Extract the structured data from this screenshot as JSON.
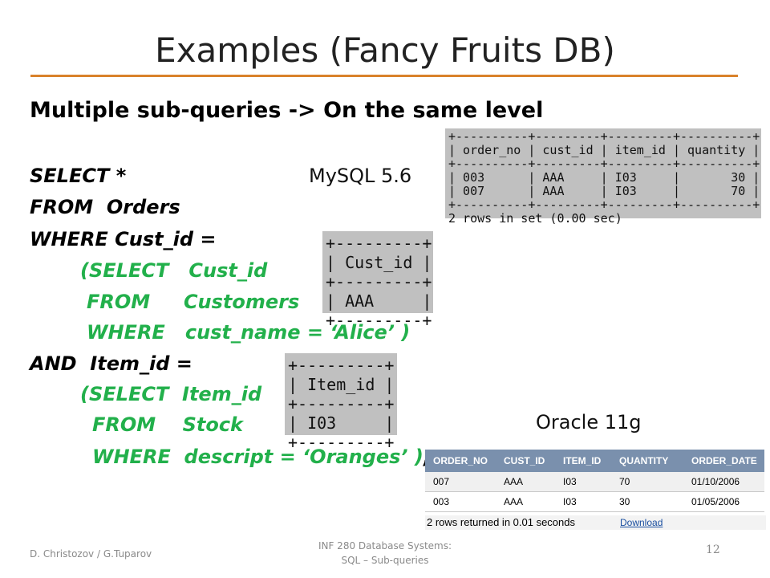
{
  "title": "Examples (Fancy Fruits DB)",
  "subtitle": "Multiple sub-queries -> On the same level",
  "sql": {
    "l1": "SELECT *",
    "l2": "FROM  Orders",
    "l3": "WHERE Cust_id =",
    "l4": "(SELECT   Cust_id",
    "l5": "FROM     Customers",
    "l6": "WHERE   cust_name = ‘Alice’ )",
    "l7": "AND  Item_id =",
    "l8": "(SELECT  Item_id",
    "l9": "FROM    Stock",
    "l10": "WHERE  descript = ‘Oranges’ )",
    "l10_end": ";"
  },
  "mysql": {
    "label": "MySQL 5.6",
    "result": "+----------+---------+---------+----------+\n| order_no | cust_id | item_id | quantity |\n+----------+---------+---------+----------+\n| 003      | AAA     | I03     |       30 |\n| 007      | AAA     | I03     |       70 |\n+----------+---------+---------+----------+\n2 rows in set (0.00 sec)"
  },
  "cust_box": "+---------+\n| Cust_id |\n+---------+\n| AAA     |\n+---------+",
  "item_box": "+---------+\n| Item_id |\n+---------+\n| I03     |\n+---------+",
  "oracle": {
    "label": "Oracle 11g",
    "headers": [
      "ORDER_NO",
      "CUST_ID",
      "ITEM_ID",
      "QUANTITY",
      "ORDER_DATE"
    ],
    "rows": [
      [
        "007",
        "AAA",
        "I03",
        "70",
        "01/10/2006"
      ],
      [
        "003",
        "AAA",
        "I03",
        "30",
        "01/05/2006"
      ]
    ],
    "rows_text": "2 rows returned in 0.01 seconds",
    "download": "Download"
  },
  "footer": {
    "authors": "D. Christozov / G.Tuparov",
    "course_line1": "INF 280 Database Systems:",
    "course_line2": "SQL – Sub-queries",
    "page": "12"
  }
}
